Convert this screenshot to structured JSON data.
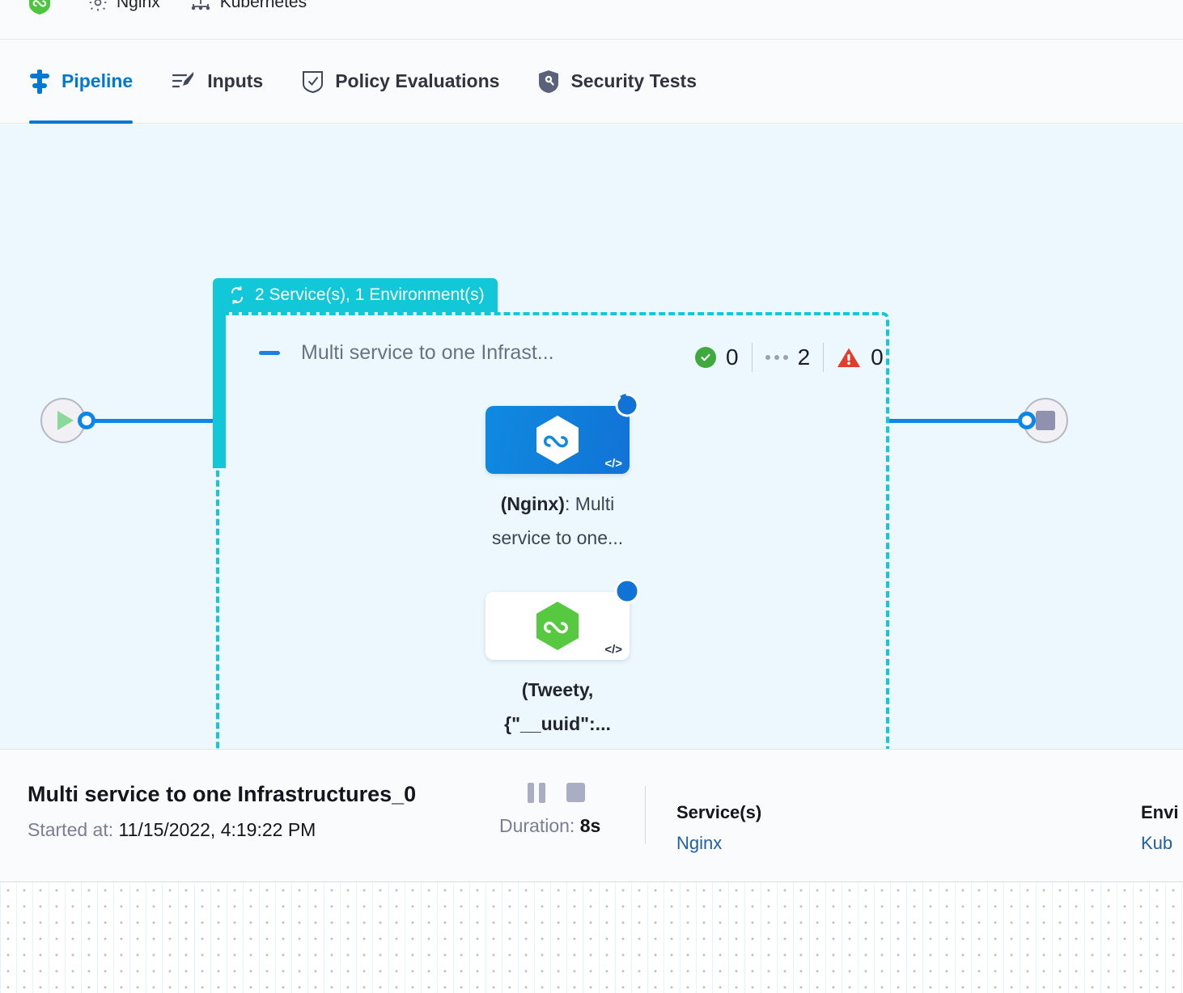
{
  "breadcrumb": {
    "items": [
      {
        "icon": "harness-shield-icon",
        "label": ""
      },
      {
        "icon": "gear-icon",
        "label": "Nginx"
      },
      {
        "icon": "kubernetes-icon",
        "label": "Kubernetes"
      }
    ]
  },
  "tabs": [
    {
      "id": "pipeline",
      "label": "Pipeline",
      "icon": "pipeline-icon",
      "active": true
    },
    {
      "id": "inputs",
      "label": "Inputs",
      "icon": "inputs-icon",
      "active": false
    },
    {
      "id": "policy-evaluations",
      "label": "Policy Evaluations",
      "icon": "policy-shield-check-icon",
      "active": false
    },
    {
      "id": "security-tests",
      "label": "Security Tests",
      "icon": "security-shield-icon",
      "active": false
    }
  ],
  "graph": {
    "matrix_label": "2 Service(s), 1 Environment(s)",
    "matrix_icon": "loop-repeat-icon",
    "group_title": "Multi service to one Infrast...",
    "collapse_icon": "minus-collapse-icon",
    "status": {
      "success_count": "0",
      "running_count": "2",
      "failed_count": "0"
    },
    "start_node_icon": "play-icon",
    "end_node_icon": "stop-icon",
    "nodes": [
      {
        "id": "nginx",
        "logo": "harness-hexagon-white-icon",
        "badge": "code-icon",
        "indicator": "running-spinner-icon",
        "name_bold": "(Nginx)",
        "name_rest": ": Multi service to one...",
        "state": "running-selected"
      },
      {
        "id": "tweety",
        "logo": "harness-hexagon-green-icon",
        "badge": "code-icon",
        "indicator": "running-dot-icon",
        "name_bold": "(Tweety,",
        "name_rest": "{\"__uuid\":...",
        "state": "running"
      }
    ]
  },
  "detail": {
    "title": "Multi service to one Infrastructures_0",
    "started_label": "Started at:",
    "started_value": "11/15/2022, 4:19:22 PM",
    "pause_icon": "pause-icon",
    "stop_icon": "stop-icon",
    "duration_label": "Duration:",
    "duration_value": "8s",
    "services_header": "Service(s)",
    "services_value": "Nginx",
    "environments_header": "Envi",
    "environments_value": "Kub"
  },
  "colors": {
    "accent_blue": "#0278d5",
    "matrix_teal": "#12c8d8",
    "canvas_bg": "#ecf8fd",
    "success_green": "#3fa93f",
    "error_red": "#e33b2e"
  }
}
